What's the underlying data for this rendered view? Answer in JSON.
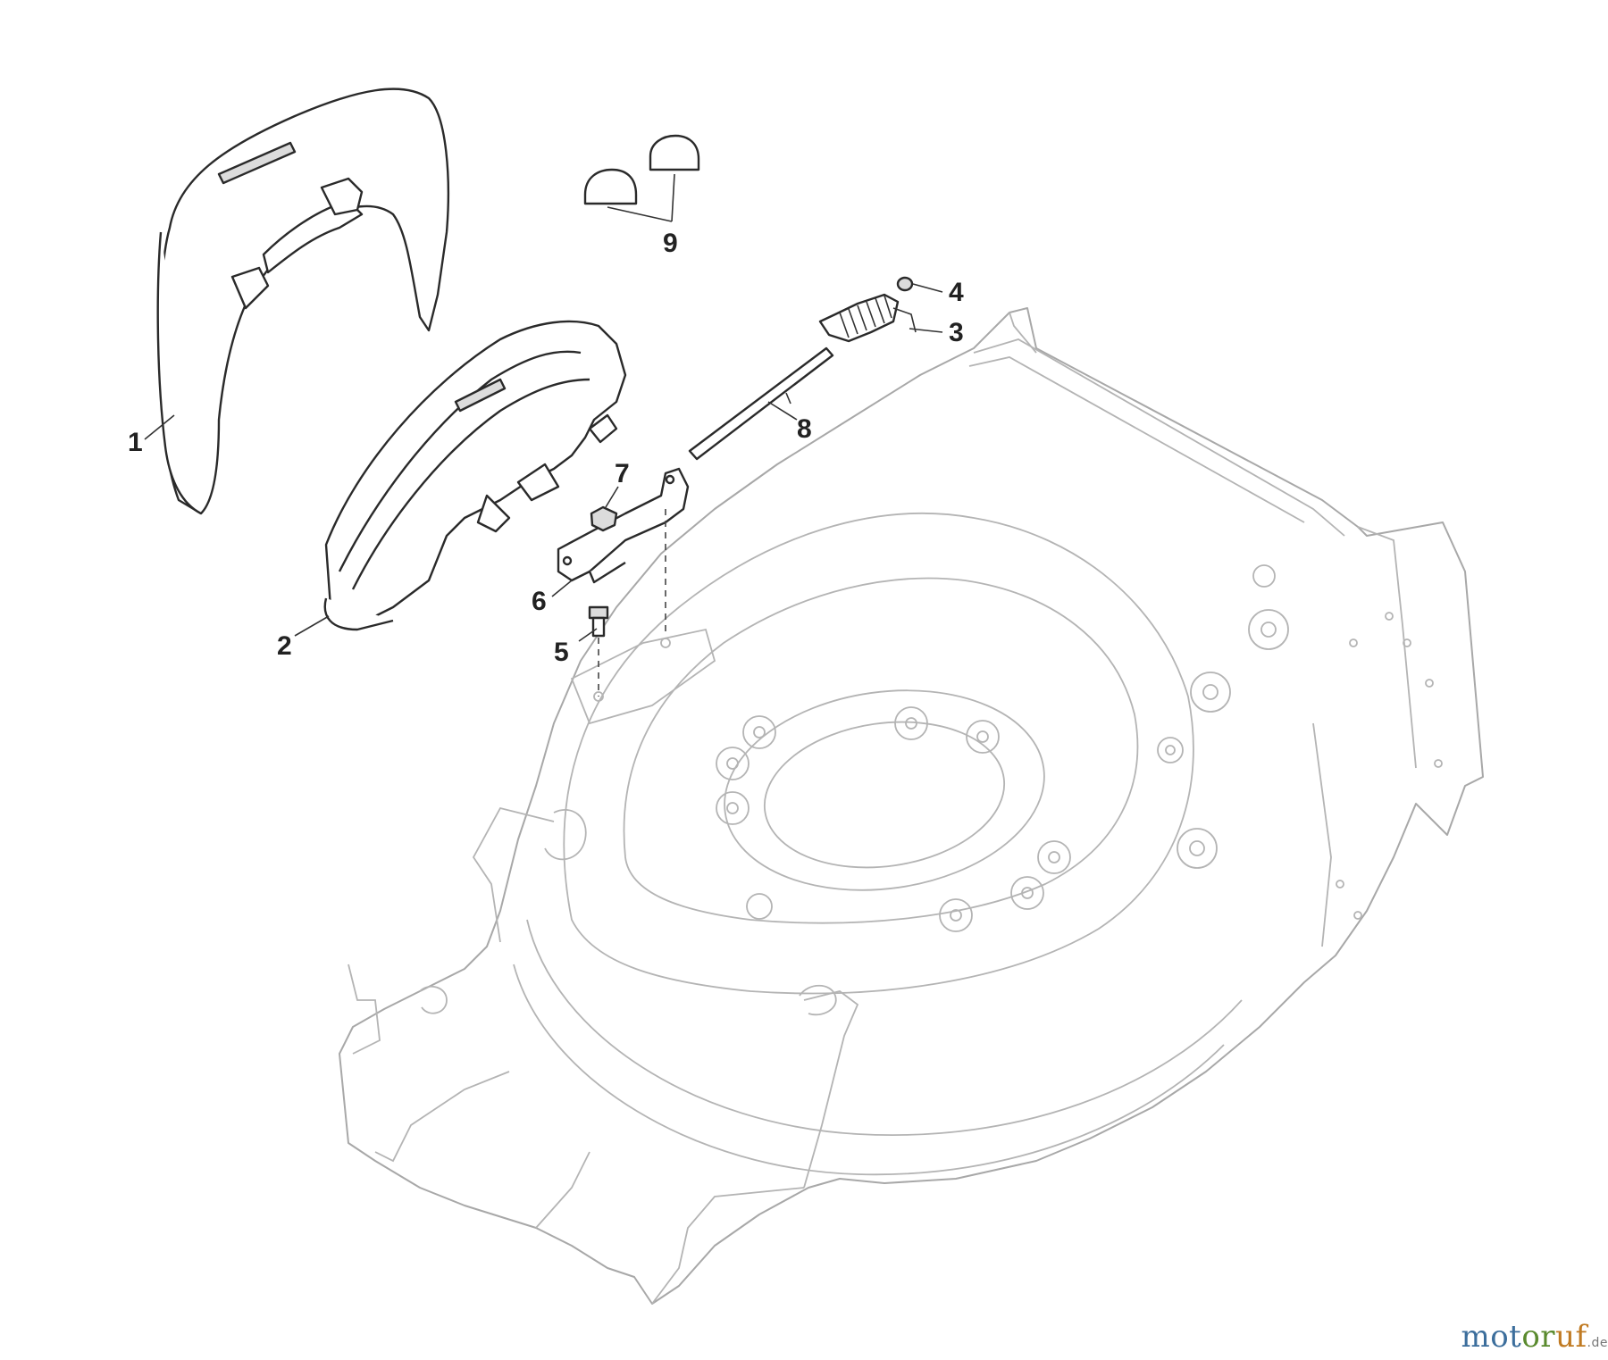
{
  "diagram": {
    "type": "exploded parts diagram",
    "callouts": [
      {
        "id": "1",
        "label": "1"
      },
      {
        "id": "2",
        "label": "2"
      },
      {
        "id": "3",
        "label": "3"
      },
      {
        "id": "4",
        "label": "4"
      },
      {
        "id": "5",
        "label": "5"
      },
      {
        "id": "6",
        "label": "6"
      },
      {
        "id": "7",
        "label": "7"
      },
      {
        "id": "8",
        "label": "8"
      },
      {
        "id": "9",
        "label": "9"
      }
    ]
  },
  "watermark": {
    "part1": "mot",
    "part2": "or",
    "part3": "uf",
    "part4": ".de"
  },
  "colors": {
    "linework": "#2a2a2a",
    "deck_linework": "#a8a8a8",
    "background": "#ffffff"
  }
}
